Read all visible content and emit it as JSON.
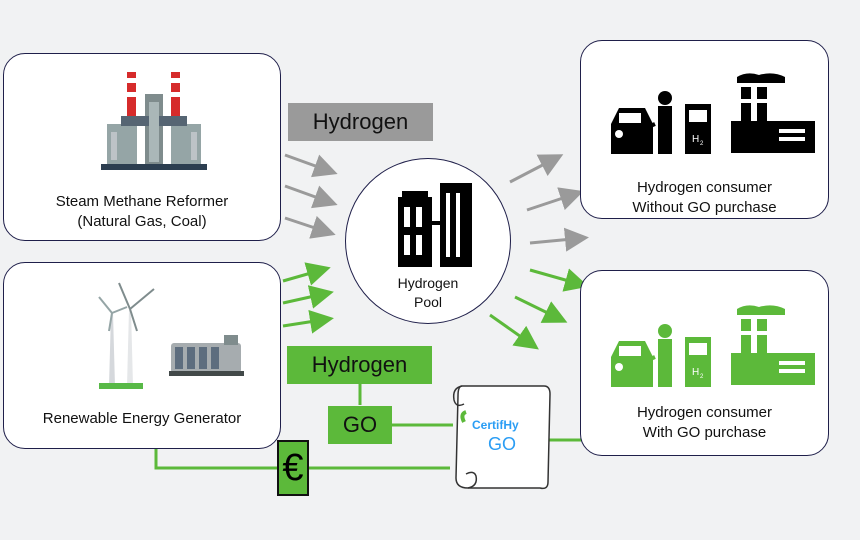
{
  "sources": {
    "steam": {
      "line1": "Steam Methane Reformer",
      "line2": "(Natural Gas, Coal)"
    },
    "renewable": {
      "label": "Renewable Energy Generator"
    }
  },
  "pool": {
    "line1": "Hydrogen",
    "line2": "Pool"
  },
  "consumers": {
    "without_go": {
      "line1": "Hydrogen consumer",
      "line2": "Without GO purchase"
    },
    "with_go": {
      "line1": "Hydrogen consumer",
      "line2": "With GO purchase"
    }
  },
  "tags": {
    "grey_hydrogen": "Hydrogen",
    "green_hydrogen": "Hydrogen",
    "go": "GO",
    "euro": "€"
  },
  "certificate": {
    "brand": "CertifHy",
    "label": "GO"
  },
  "colors": {
    "grey": "#9a9a9a",
    "green": "#5cb93a",
    "border": "#1f1f4a",
    "dark": "#111111"
  }
}
